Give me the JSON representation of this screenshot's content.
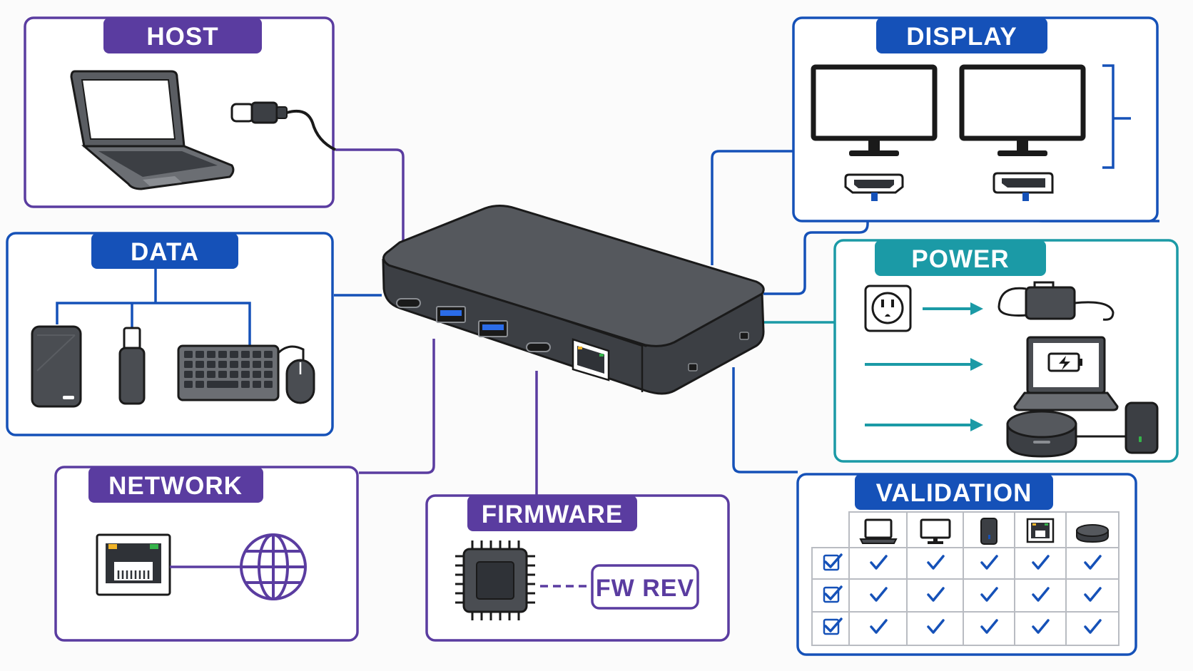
{
  "colors": {
    "purple": "#5a3ca0",
    "blue": "#1551b8",
    "teal": "#1b9aa6",
    "device": "#4a4d52",
    "device_top": "#55585d",
    "outline": "#1a1a1a"
  },
  "sections": {
    "host": {
      "title": "HOST"
    },
    "data": {
      "title": "DATA"
    },
    "network": {
      "title": "NETWORK"
    },
    "firmware": {
      "title": "FIRMWARE",
      "badge": "FW REV"
    },
    "display": {
      "title": "DISPLAY"
    },
    "power": {
      "title": "POWER"
    },
    "validation": {
      "title": "VALIDATION"
    }
  },
  "icons": {
    "host": [
      "laptop-icon",
      "usb-c-cable-icon"
    ],
    "data": [
      "external-drive-icon",
      "usb-flash-drive-icon",
      "keyboard-icon",
      "mouse-icon"
    ],
    "network": [
      "ethernet-port-icon",
      "globe-icon"
    ],
    "firmware": [
      "chip-icon"
    ],
    "display": [
      "monitor-icon",
      "monitor-icon",
      "hdmi-port-icon",
      "displayport-icon"
    ],
    "power": [
      "wall-outlet-icon",
      "power-adapter-icon",
      "laptop-charging-icon",
      "puck-device-icon",
      "battery-device-icon"
    ]
  },
  "validation": {
    "column_icons": [
      "laptop-icon",
      "monitor-icon",
      "drive-icon",
      "ethernet-port-icon",
      "puck-icon"
    ],
    "rows": [
      {
        "checked": true,
        "cells": [
          true,
          true,
          true,
          true,
          true
        ]
      },
      {
        "checked": true,
        "cells": [
          true,
          true,
          true,
          true,
          true
        ]
      },
      {
        "checked": true,
        "cells": [
          true,
          true,
          true,
          true,
          true
        ]
      }
    ]
  }
}
